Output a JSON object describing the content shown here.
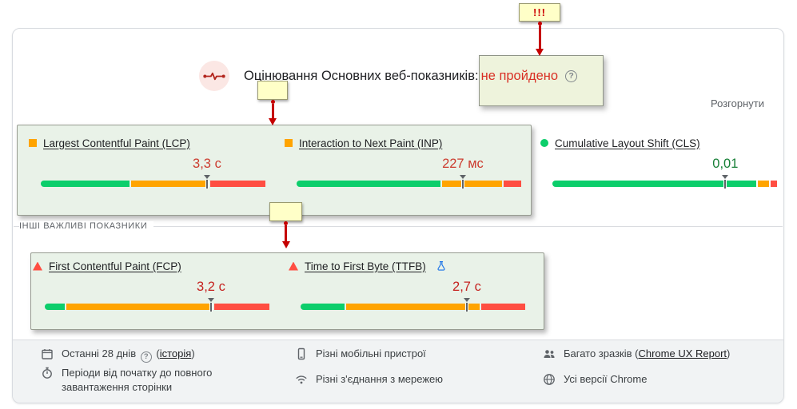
{
  "annotations": {
    "note1_text": "!!!",
    "note2_text": "",
    "note3_text": ""
  },
  "icons": {
    "help": "?"
  },
  "colors": {
    "good": "#0cce6b",
    "needs_improvement": "#ffa400",
    "poor": "#ff4e42",
    "value_good": "#188038",
    "value_poor": "#c5221f",
    "status_fail": "#d93025",
    "annotation_red": "#c50000",
    "experimental_blue": "#1a73e8"
  },
  "header": {
    "title": "Оцінювання Основних веб-показників:",
    "status_text": "не пройдено",
    "expand_label": "Розгорнути"
  },
  "metrics": {
    "secondary_section_label": "ІНШІ ВАЖЛИВІ ПОКАЗНИКИ",
    "primary": [
      {
        "name": "Largest Contentful Paint (LCP)",
        "icon": "square",
        "rating": "average",
        "value": "3,3 с",
        "marker_pct": 74,
        "segments": {
          "good": 40,
          "average": 35,
          "poor": 25
        }
      },
      {
        "name": "Interaction to Next Paint (INP)",
        "icon": "square",
        "rating": "average",
        "value": "227 мс",
        "marker_pct": 74,
        "segments": {
          "good": 65,
          "average": 27,
          "poor": 8
        }
      },
      {
        "name": "Cumulative Layout Shift (CLS)",
        "icon": "circle",
        "rating": "good",
        "value": "0,01",
        "marker_pct": 77,
        "segments": {
          "good": 92,
          "average": 5,
          "poor": 3
        }
      }
    ],
    "secondary": [
      {
        "name": "First Contentful Paint (FCP)",
        "icon": "triangle",
        "rating": "poor",
        "value": "3,2 с",
        "marker_pct": 74,
        "segments": {
          "good": 9,
          "average": 66,
          "poor": 25
        }
      },
      {
        "name": "Time to First Byte (TTFB)",
        "icon": "triangle",
        "rating": "poor",
        "value": "2,7 с",
        "marker_pct": 74,
        "experimental": true,
        "segments": {
          "good": 20,
          "average": 60,
          "poor": 20
        }
      }
    ]
  },
  "footer": {
    "period": {
      "text": "Останні 28 днів",
      "paren_open": "(",
      "link": "історія",
      "paren_close": ")"
    },
    "load_periods": "Періоди від початку до повного завантаження сторінки",
    "devices": "Різні мобільні пристрої",
    "connections": "Різні з'єднання з мережею",
    "samples_prefix": "Багато зразків (",
    "samples_link": "Chrome UX Report",
    "samples_suffix": ")",
    "versions": "Усі версії Chrome"
  }
}
